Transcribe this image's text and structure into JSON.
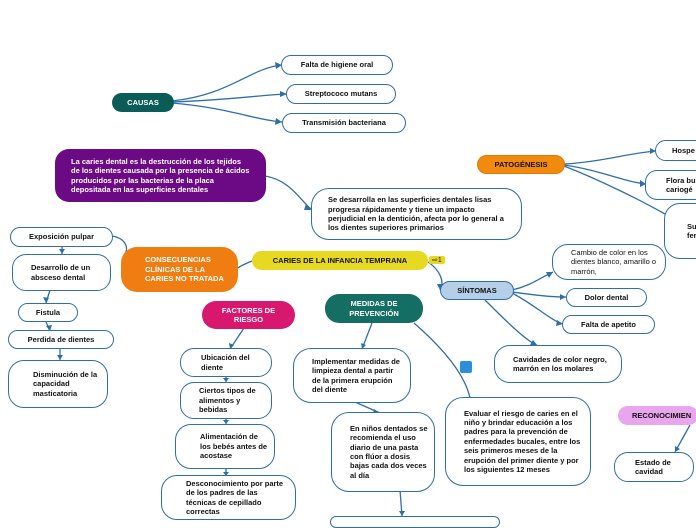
{
  "colors": {
    "line": "#2f6fa8",
    "causas": "#0b5c57",
    "definition": "#6b0a84",
    "consecuencias": "#f07d12",
    "factores": "#d8186f",
    "medidas": "#146e63",
    "patogenesis": "#f28a10",
    "central": "#e7d822",
    "sintomas": "#b6cfe9",
    "reconocimiento": "#e9a6ef"
  },
  "central": {
    "label": "CARIES DE LA INFANCIA TEMPRANA",
    "tag": "1"
  },
  "causas": {
    "label": "CAUSAS",
    "items": [
      "Falta de higiene oral",
      "Streptococo mutans",
      "Transmisión bacteriana"
    ]
  },
  "definition": {
    "text": "La caries dental es la destrucción de los tejidos de los dientes causada por la presencia de ácidos producidos por las bacterias de la placa depositada en las superficies dentales",
    "detail": "Se desarrolla en las superficies dentales lisas progresa rápidamente y tiene un impacto perjudicial en la dentición, afecta por lo general a los dientes superiores primarios"
  },
  "patogenesis": {
    "label": "PATOGÉNESIS",
    "items": [
      "Hospe",
      "Flora bu cariogé",
      "Su ca fer di"
    ]
  },
  "consecuencias": {
    "label": "CONSECUENCIAS CLÍNICAS DE LA CARIES NO TRATADA",
    "items": [
      "Exposición pulpar",
      "Desarrollo de un absceso dental",
      "Fistula",
      "Perdida de dientes",
      "Disminución de la capacidad masticatoria"
    ]
  },
  "factores": {
    "label": "FACTORES DE RIESGO",
    "items": [
      "Ubicación del diente",
      "Ciertos tipos de alimentos y bebidas",
      "Alimentación de los bebés antes de acostase",
      "Desconocimiento por parte de los padres de las técnicas de cepillado correctas"
    ]
  },
  "medidas": {
    "label": "MEDIDAS DE PREVENCIÓN",
    "items": [
      "Implementar medidas de limpieza dental a partir de la primera erupción del diente",
      "En niños dentados se recomienda el uso diario de una pasta con flúor a dosis bajas cada dos veces al día",
      "Evaluar el riesgo de caries en el niño y brindar  educación a los padres para la prevención de enfermedades bucales, entre los seis primeros meses de la erupción del primer diente y por los siguientes 12 meses"
    ]
  },
  "sintomas": {
    "label": "SÍNTOMAS",
    "items": [
      "Cambio de color en los dientes blanco, amarillo o marrón,",
      "Dolor dental",
      "Falta de apetito",
      "Cavidades de color negro, marrón en los molares"
    ]
  },
  "reconocimiento": {
    "label": "RECONOCIMIEN",
    "items": [
      "Estado de cavidad"
    ]
  }
}
